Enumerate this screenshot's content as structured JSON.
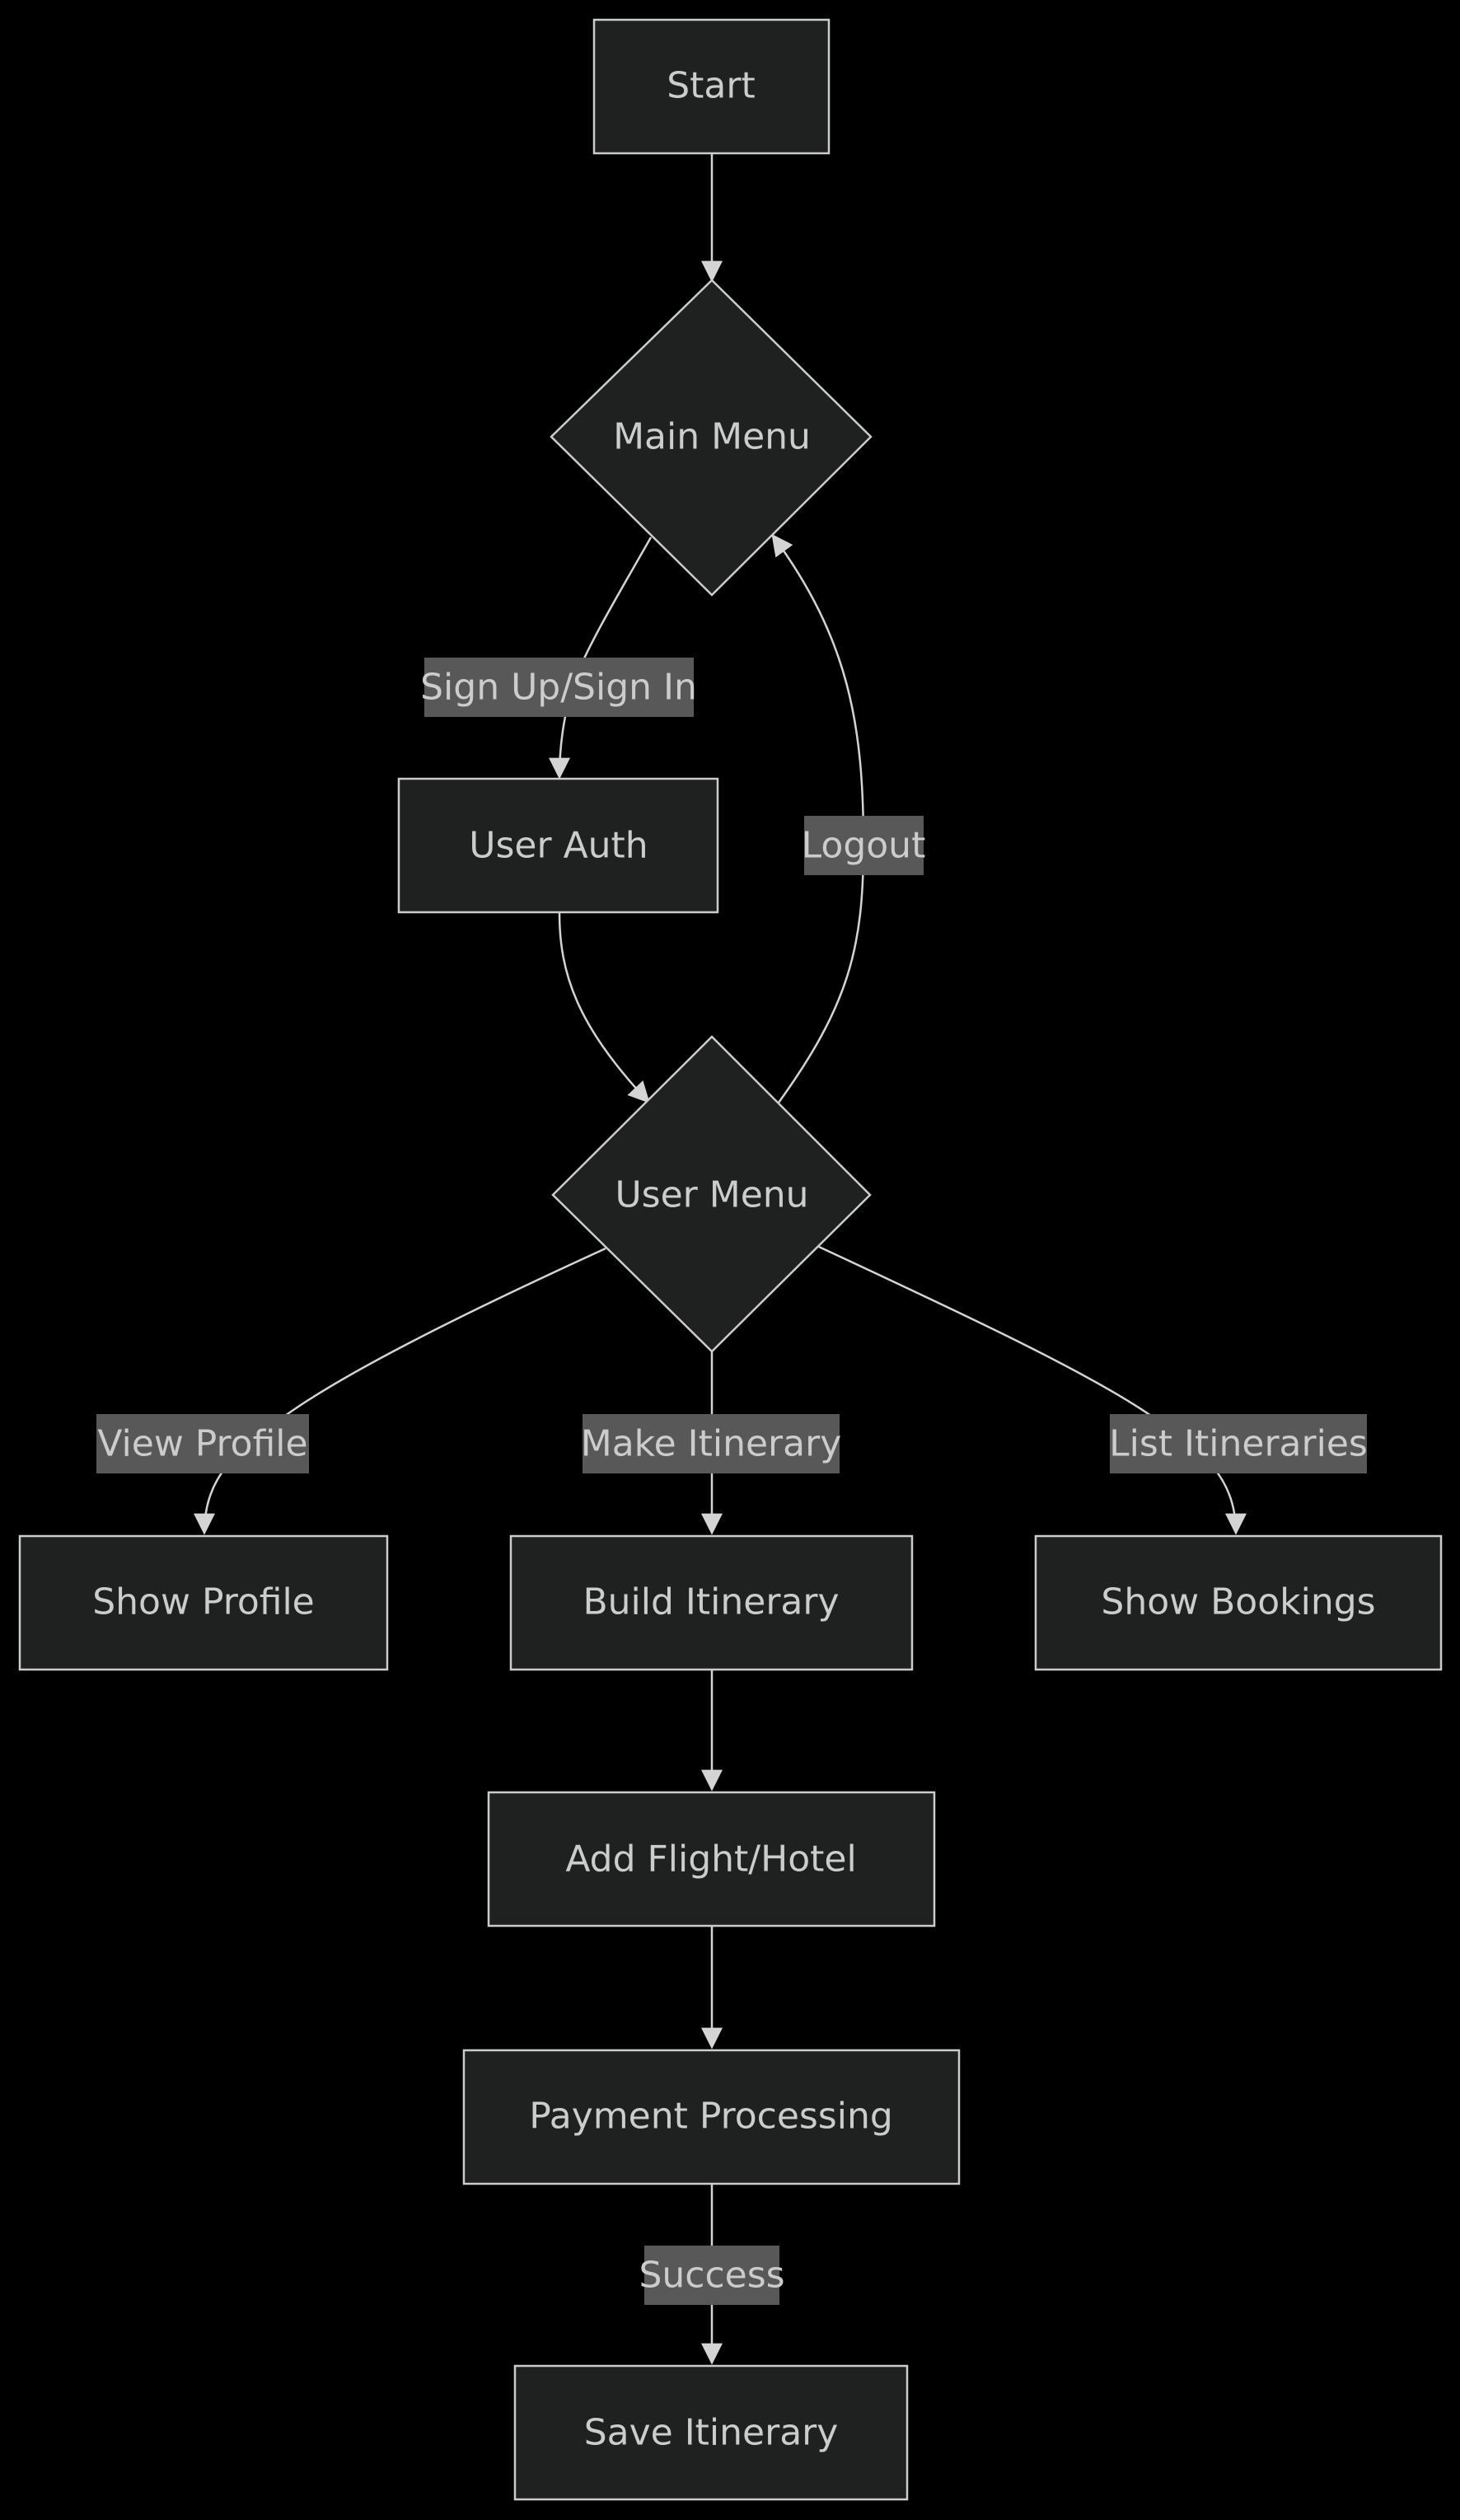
{
  "colors": {
    "background": "#000000",
    "node_fill": "#1f2020",
    "node_stroke": "#cccccc",
    "text": "#cccccc",
    "edge": "#d4d4d4",
    "edge_label_bg": "#585858"
  },
  "nodes": {
    "start": "Start",
    "main_menu": "Main Menu",
    "user_auth": "User Auth",
    "user_menu": "User Menu",
    "show_profile": "Show Profile",
    "build_itinerary": "Build Itinerary",
    "show_bookings": "Show Bookings",
    "add_flight_hotel": "Add Flight/Hotel",
    "payment_processing": "Payment Processing",
    "save_itinerary": "Save Itinerary"
  },
  "edges": {
    "signup_signin": "Sign Up/Sign In",
    "logout": "Logout",
    "view_profile": "View Profile",
    "make_itinerary": "Make Itinerary",
    "list_itineraries": "List Itineraries",
    "success": "Success"
  }
}
